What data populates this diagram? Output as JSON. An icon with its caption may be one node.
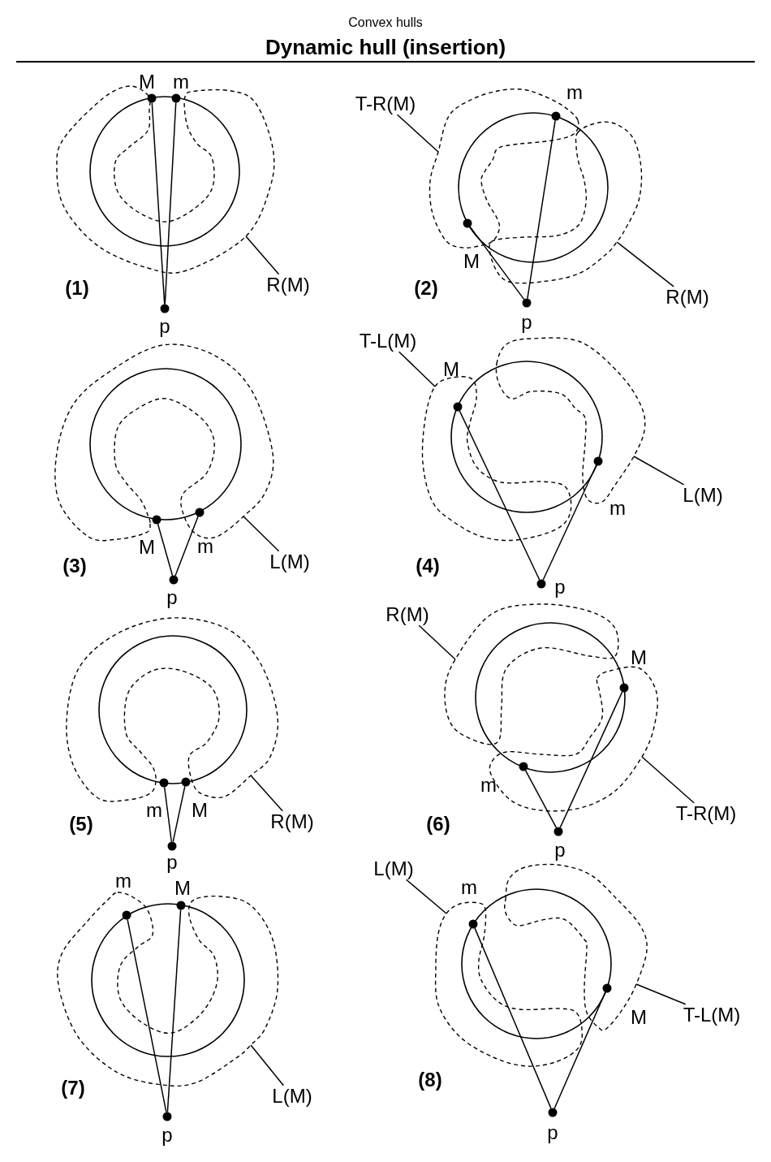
{
  "diagram": {
    "title": "Dynamic hull (insertion)",
    "nodes": [
      {
        "text": [],
        "shape": "dot",
        "beside": [
          "M"
        ]
      },
      {
        "text": [],
        "shape": "dot",
        "beside": [
          "m"
        ]
      },
      {
        "text": [],
        "shape": "dot",
        "beside": [
          "p"
        ]
      },
      {
        "text": [
          "R(M)"
        ]
      },
      {
        "text": [],
        "shape": "dot",
        "beside": [
          "M"
        ]
      },
      {
        "text": [],
        "shape": "dot",
        "beside": [
          "m"
        ]
      },
      {
        "text": [],
        "shape": "dot",
        "beside": [
          "p"
        ]
      },
      {
        "text": [
          "T-R(M)"
        ]
      },
      {
        "text": [
          "R(M)"
        ]
      },
      {
        "text": [],
        "shape": "dot",
        "beside": [
          "M"
        ]
      },
      {
        "text": [],
        "shape": "dot",
        "beside": [
          "m"
        ]
      },
      {
        "text": [],
        "shape": "dot",
        "beside": [
          "p"
        ]
      },
      {
        "text": [
          "L(M)"
        ]
      },
      {
        "text": [],
        "shape": "dot",
        "beside": [
          "M"
        ]
      },
      {
        "text": [],
        "shape": "dot",
        "beside": [
          "m"
        ]
      },
      {
        "text": [],
        "shape": "dot",
        "beside": [
          "p"
        ]
      },
      {
        "text": [
          "T-L(M)"
        ]
      },
      {
        "text": [
          "L(M)"
        ]
      },
      {
        "text": [],
        "shape": "dot",
        "beside": [
          "M"
        ]
      },
      {
        "text": [],
        "shape": "dot",
        "beside": [
          "m"
        ]
      },
      {
        "text": [],
        "shape": "dot",
        "beside": [
          "p"
        ]
      },
      {
        "text": [
          "R(M)"
        ]
      },
      {
        "text": [],
        "shape": "dot",
        "beside": [
          "M"
        ]
      },
      {
        "text": [],
        "shape": "dot",
        "beside": [
          "m"
        ]
      },
      {
        "text": [],
        "shape": "dot",
        "beside": [
          "p"
        ]
      },
      {
        "text": [
          "R(M)"
        ]
      },
      {
        "text": [
          "T-R(M)"
        ]
      },
      {
        "text": [],
        "shape": "dot",
        "beside": [
          "M"
        ]
      },
      {
        "text": [],
        "shape": "dot",
        "beside": [
          "m"
        ]
      },
      {
        "text": [],
        "shape": "dot",
        "beside": [
          "p"
        ]
      },
      {
        "text": [
          "L(M)"
        ]
      },
      {
        "text": [],
        "shape": "dot",
        "beside": [
          "M"
        ]
      },
      {
        "text": [],
        "shape": "dot",
        "beside": [
          "m"
        ]
      },
      {
        "text": [],
        "shape": "dot",
        "beside": [
          "p"
        ]
      },
      {
        "text": [
          "L(M)"
        ]
      },
      {
        "text": [
          "T-L(M)"
        ]
      }
    ],
    "edges": [
      {
        "from": 2,
        "to": 0,
        "arrow": "none"
      },
      {
        "from": 2,
        "to": 1,
        "arrow": "none"
      },
      {
        "from": 3,
        "to": null,
        "arrow": "none"
      },
      {
        "from": 6,
        "to": 4,
        "arrow": "none"
      },
      {
        "from": 6,
        "to": 5,
        "arrow": "none"
      },
      {
        "from": 7,
        "to": null,
        "arrow": "none"
      },
      {
        "from": 8,
        "to": null,
        "arrow": "none"
      },
      {
        "from": 11,
        "to": 9,
        "arrow": "none"
      },
      {
        "from": 11,
        "to": 10,
        "arrow": "none"
      },
      {
        "from": 12,
        "to": null,
        "arrow": "none"
      },
      {
        "from": 15,
        "to": 13,
        "arrow": "none"
      },
      {
        "from": 15,
        "to": 14,
        "arrow": "none"
      },
      {
        "from": 16,
        "to": null,
        "arrow": "none"
      },
      {
        "from": 17,
        "to": null,
        "arrow": "none"
      },
      {
        "from": 20,
        "to": 18,
        "arrow": "none"
      },
      {
        "from": 20,
        "to": 19,
        "arrow": "none"
      },
      {
        "from": 21,
        "to": null,
        "arrow": "none"
      },
      {
        "from": 24,
        "to": 22,
        "arrow": "none"
      },
      {
        "from": 24,
        "to": 23,
        "arrow": "none"
      },
      {
        "from": 25,
        "to": null,
        "arrow": "none"
      },
      {
        "from": 26,
        "to": null,
        "arrow": "none"
      },
      {
        "from": 29,
        "to": 27,
        "arrow": "none"
      },
      {
        "from": 29,
        "to": 28,
        "arrow": "none"
      },
      {
        "from": 30,
        "to": null,
        "arrow": "none"
      },
      {
        "from": 33,
        "to": 31,
        "arrow": "none"
      },
      {
        "from": 33,
        "to": 32,
        "arrow": "none"
      },
      {
        "from": 34,
        "to": null,
        "arrow": "none"
      },
      {
        "from": 35,
        "to": null,
        "arrow": "none"
      }
    ],
    "labels": [
      "Convex hulls",
      "(1)",
      "(2)",
      "(3)",
      "(4)",
      "(5)",
      "(6)",
      "(7)",
      "(8)"
    ]
  }
}
